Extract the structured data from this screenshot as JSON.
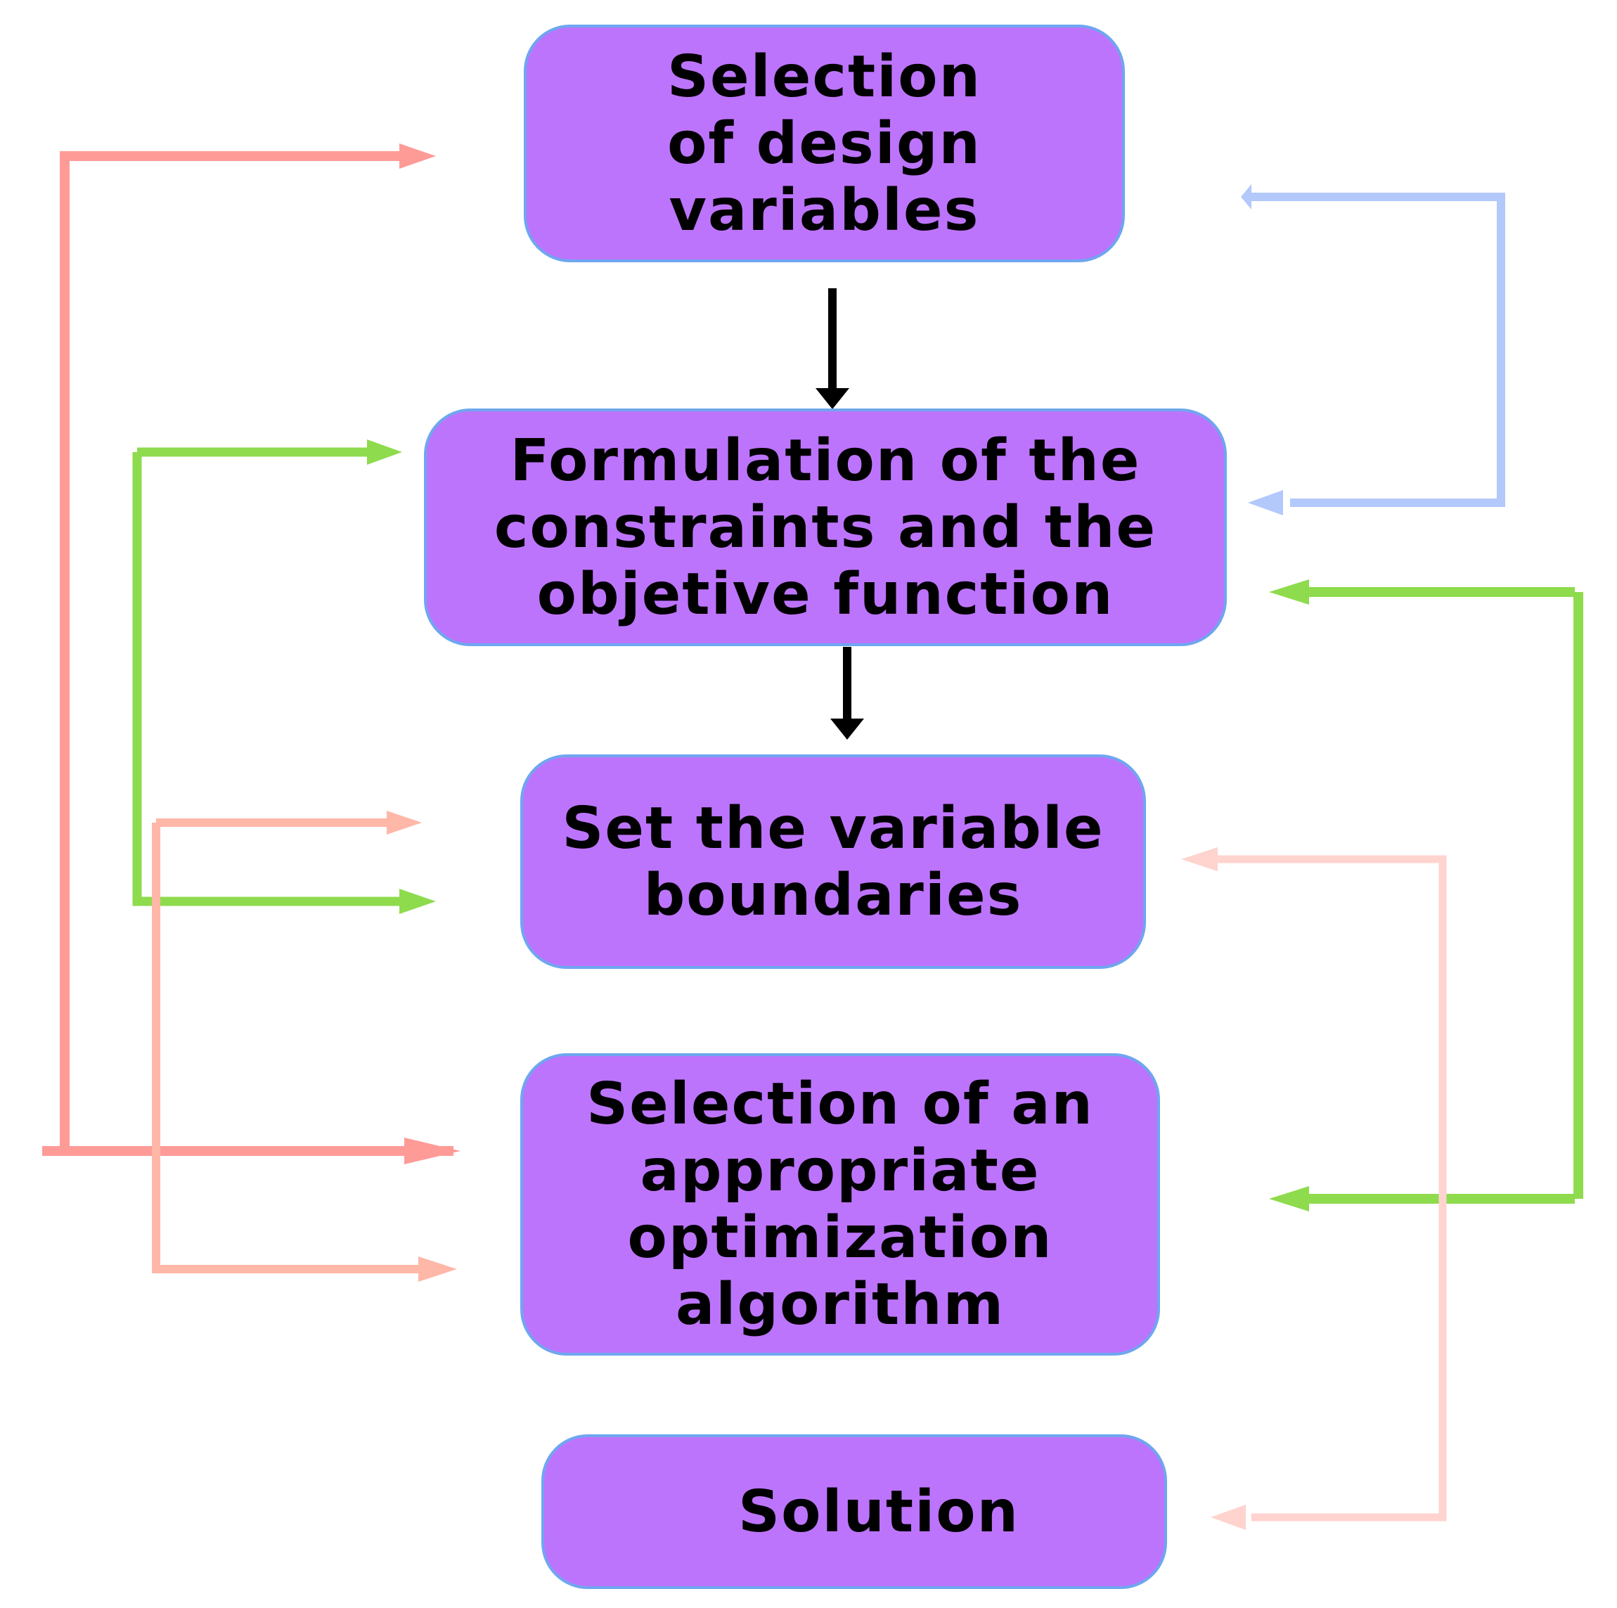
{
  "colors": {
    "node_fill": "#bd74fc",
    "node_border": "#6ea6f0",
    "flow_arrow": "#000000",
    "loop_red": "#ff9b97",
    "loop_green": "#8edb4d",
    "loop_salmon": "#ffb7a7",
    "loop_blue": "#b3c8fb",
    "loop_pink": "#ffd3ce"
  },
  "nodes": [
    {
      "id": "selection-design-variables",
      "label": "Selection\nof design\nvariables"
    },
    {
      "id": "formulation-constraints-objective",
      "label": "Formulation of the\nconstraints and the\nobjetive function"
    },
    {
      "id": "set-variable-boundaries",
      "label": "Set the variable\nboundaries"
    },
    {
      "id": "selection-optimization-algorithm",
      "label": "Selection of an\nappropriate\noptimization\nalgorithm"
    },
    {
      "id": "solution",
      "label": "Solution"
    }
  ],
  "edges": [
    {
      "from": "selection-design-variables",
      "to": "formulation-constraints-objective",
      "style": "main",
      "color": "#000000"
    },
    {
      "from": "formulation-constraints-objective",
      "to": "set-variable-boundaries",
      "style": "main",
      "color": "#000000"
    },
    {
      "from": "selection-optimization-algorithm",
      "to": "selection-design-variables",
      "style": "loop-left",
      "color": "#ff9b97"
    },
    {
      "from": "set-variable-boundaries",
      "to": "formulation-constraints-objective",
      "style": "loop-left",
      "color": "#8edb4d"
    },
    {
      "from": "selection-optimization-algorithm",
      "to": "set-variable-boundaries",
      "style": "loop-left",
      "color": "#ffb7a7"
    },
    {
      "from": "formulation-constraints-objective",
      "to": "selection-design-variables",
      "style": "loop-right",
      "color": "#b3c8fb"
    },
    {
      "from": "selection-optimization-algorithm",
      "to": "formulation-constraints-objective",
      "style": "loop-right",
      "color": "#8edb4d"
    },
    {
      "from": "solution",
      "to": "set-variable-boundaries",
      "style": "loop-right",
      "color": "#ffd3ce"
    }
  ]
}
